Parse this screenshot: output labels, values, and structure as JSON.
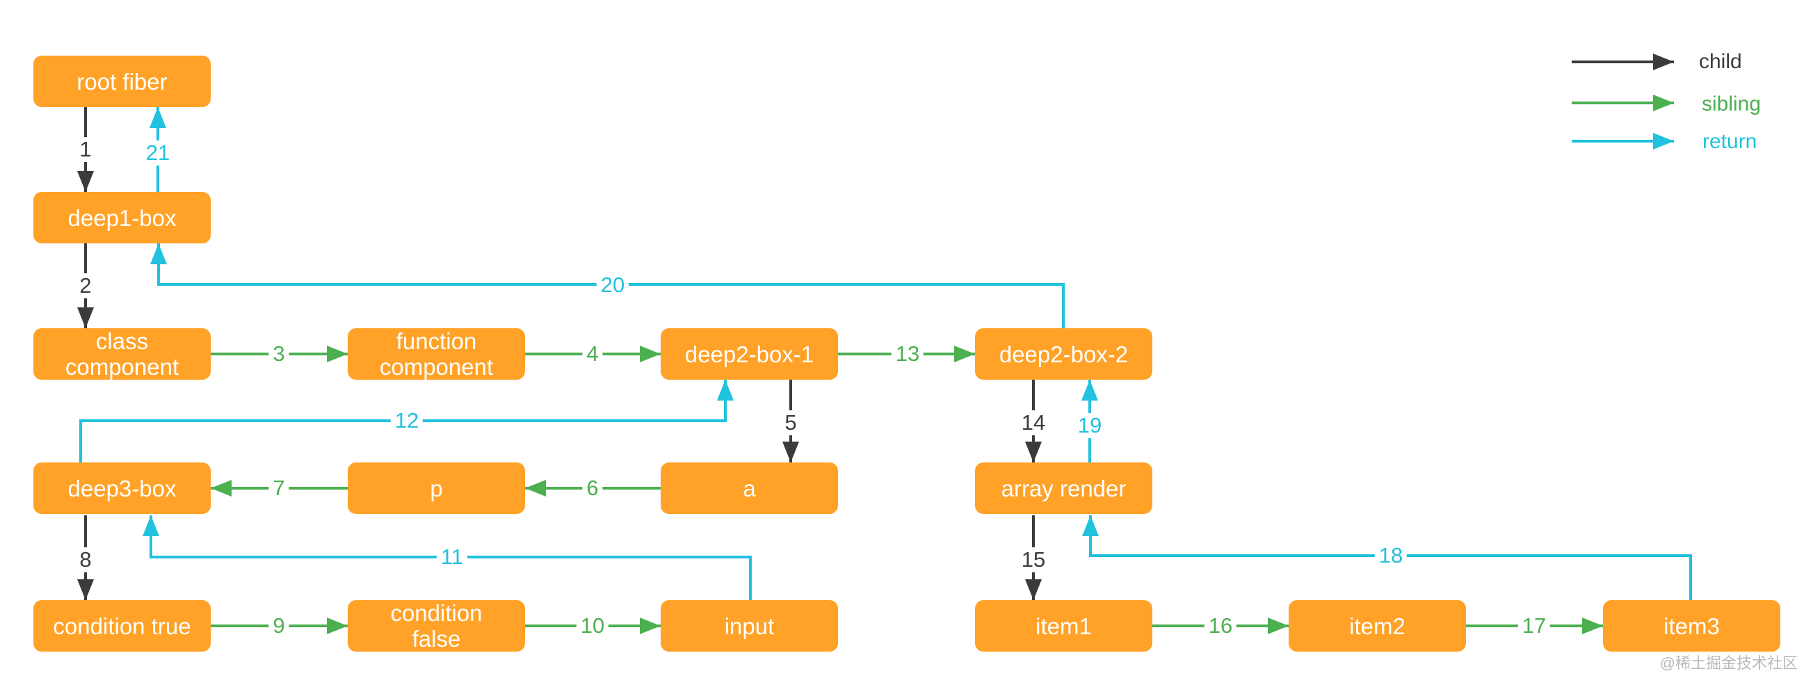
{
  "diagram": {
    "nodes": {
      "root_fiber": "root fiber",
      "deep1_box": "deep1-box",
      "class_component": "class\ncomponent",
      "function_component": "function\ncomponent",
      "deep2_box_1": "deep2-box-1",
      "deep2_box_2": "deep2-box-2",
      "deep3_box": "deep3-box",
      "p": "p",
      "a": "a",
      "array_render": "array render",
      "condition_true": "condition true",
      "condition_false": "condition\nfalse",
      "input": "input",
      "item1": "item1",
      "item2": "item2",
      "item3": "item3"
    },
    "edges": {
      "e1": {
        "num": "1",
        "type": "child",
        "from": "root fiber",
        "to": "deep1-box"
      },
      "e2": {
        "num": "2",
        "type": "child",
        "from": "deep1-box",
        "to": "class component"
      },
      "e3": {
        "num": "3",
        "type": "sibling",
        "from": "class component",
        "to": "function component"
      },
      "e4": {
        "num": "4",
        "type": "sibling",
        "from": "function component",
        "to": "deep2-box-1"
      },
      "e5": {
        "num": "5",
        "type": "child",
        "from": "deep2-box-1",
        "to": "a"
      },
      "e6": {
        "num": "6",
        "type": "sibling",
        "from": "a",
        "to": "p"
      },
      "e7": {
        "num": "7",
        "type": "sibling",
        "from": "p",
        "to": "deep3-box"
      },
      "e8": {
        "num": "8",
        "type": "child",
        "from": "deep3-box",
        "to": "condition true"
      },
      "e9": {
        "num": "9",
        "type": "sibling",
        "from": "condition true",
        "to": "condition false"
      },
      "e10": {
        "num": "10",
        "type": "sibling",
        "from": "condition false",
        "to": "input"
      },
      "e11": {
        "num": "11",
        "type": "return",
        "from": "input",
        "to": "deep3-box"
      },
      "e12": {
        "num": "12",
        "type": "return",
        "from": "deep3-box",
        "to": "deep2-box-1"
      },
      "e13": {
        "num": "13",
        "type": "sibling",
        "from": "deep2-box-1",
        "to": "deep2-box-2"
      },
      "e14": {
        "num": "14",
        "type": "child",
        "from": "deep2-box-2",
        "to": "array render"
      },
      "e15": {
        "num": "15",
        "type": "child",
        "from": "array render",
        "to": "item1"
      },
      "e16": {
        "num": "16",
        "type": "sibling",
        "from": "item1",
        "to": "item2"
      },
      "e17": {
        "num": "17",
        "type": "sibling",
        "from": "item2",
        "to": "item3"
      },
      "e18": {
        "num": "18",
        "type": "return",
        "from": "item3",
        "to": "array render"
      },
      "e19": {
        "num": "19",
        "type": "return",
        "from": "array render",
        "to": "deep2-box-2"
      },
      "e20": {
        "num": "20",
        "type": "return",
        "from": "deep2-box-2",
        "to": "deep1-box"
      },
      "e21": {
        "num": "21",
        "type": "return",
        "from": "deep1-box",
        "to": "root fiber"
      }
    }
  },
  "legend": {
    "child": "child",
    "sibling": "sibling",
    "return": "return"
  },
  "colors": {
    "node_fill": "#FFA227",
    "child": "#3B3B3B",
    "sibling": "#4CAF50",
    "return": "#20C2DE"
  },
  "watermark": "@稀土掘金技术社区"
}
